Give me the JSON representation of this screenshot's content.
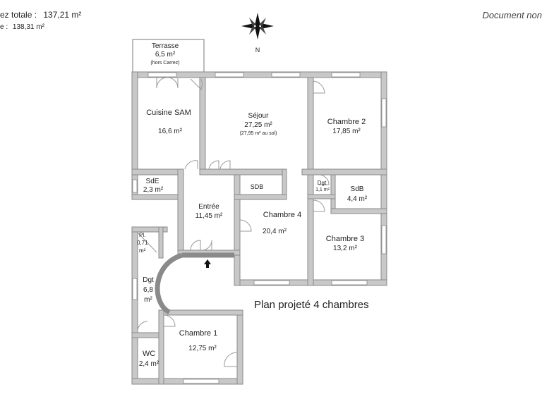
{
  "header": {
    "total_line_label": "ez totale :",
    "total_line_value": "137,21 m²",
    "second_line_label": "e :",
    "second_line_value": "138,31 m²",
    "right_note": "Document non"
  },
  "compass": {
    "letter": "N"
  },
  "rooms": {
    "terrasse": {
      "name": "Terrasse",
      "area": "6,5 m²",
      "note": "(hors Carrez)"
    },
    "cuisine": {
      "name": "Cuisine SAM",
      "area": "16,6 m²"
    },
    "sejour": {
      "name": "Séjour",
      "area": "27,25 m²",
      "note": "(27,95 m² au sol)"
    },
    "chambre2": {
      "name": "Chambre 2",
      "area": "17,85 m²"
    },
    "sde": {
      "name": "SdE",
      "area": "2,3 m²"
    },
    "entree": {
      "name": "Entrée",
      "area": "11,45 m²"
    },
    "sdb_small": {
      "name": "SDB"
    },
    "dgt_small": {
      "name": "Dgt",
      "area": "1,1 m²"
    },
    "sdb": {
      "name": "SdB",
      "area": "4,4 m²"
    },
    "chambre4": {
      "name": "Chambre 4",
      "area": "20,4 m²"
    },
    "chambre3": {
      "name": "Chambre 3",
      "area": "13,2 m²"
    },
    "placard": {
      "name": "Pl.",
      "area": "0,71",
      "unit": "m²"
    },
    "dgt": {
      "name": "Dgt",
      "area": "6,8",
      "unit": "m²"
    },
    "chambre1": {
      "name": "Chambre 1",
      "area": "12,75 m²"
    },
    "wc": {
      "name": "WC",
      "area": "2,4 m²"
    }
  },
  "caption": "Plan projeté 4 chambres",
  "colors": {
    "wall": "#8a8a8a",
    "wall_fill": "#c8c8c8",
    "window": "#ffffff",
    "door": "#9a9a9a",
    "text": "#222222"
  }
}
